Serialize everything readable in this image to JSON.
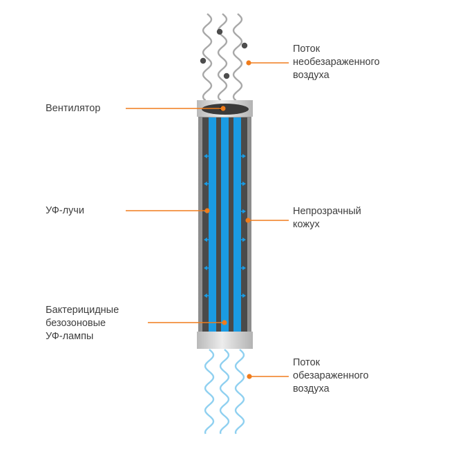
{
  "labels": {
    "inflow": [
      "Поток",
      "необезараженного",
      "воздуха"
    ],
    "fan": [
      "Вентилятор"
    ],
    "uv_rays": [
      "УФ-лучи"
    ],
    "casing": [
      "Непрозрачный",
      "кожух"
    ],
    "lamps": [
      "Бактерицидные",
      "безозоновые",
      "УФ-лампы"
    ],
    "outflow": [
      "Поток",
      "обезараженного",
      "воздуха"
    ]
  },
  "colors": {
    "leader_line": "#f07c1b",
    "leader_dot": "#f07c1b",
    "inflow_wave": "#a8a8a8",
    "particles": "#4d4d4d",
    "outflow_wave": "#8fd0f0",
    "tube_body": "#4a4a4a",
    "uv_lamp": "#1a9be3",
    "uv_arrow": "#1a9be3",
    "cap_metal": "#d0d0d0",
    "fan_disk": "#3a3a3a",
    "text": "#3d3d3d"
  }
}
